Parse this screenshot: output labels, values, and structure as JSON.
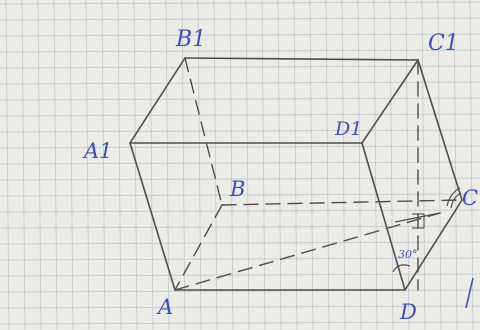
{
  "colors": {
    "paper": "#ecebe6",
    "grid": "#b9c9d6",
    "pencil": "#4e4e4e",
    "ink": "#3d4fb8"
  },
  "labels": {
    "A": "A",
    "B": "B",
    "C": "C",
    "D": "D",
    "A1": "A1",
    "B1": "B1",
    "C1": "C1",
    "D1": "D1",
    "angle": "30°"
  }
}
